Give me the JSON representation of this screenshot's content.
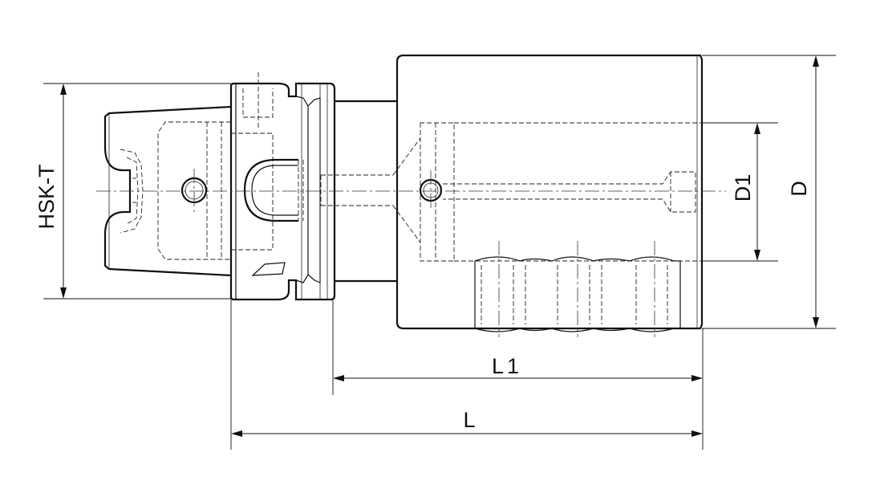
{
  "labels": {
    "hsk": "HSK-T",
    "d": "D",
    "d1": "D1",
    "l1": "L1",
    "l": "L"
  }
}
